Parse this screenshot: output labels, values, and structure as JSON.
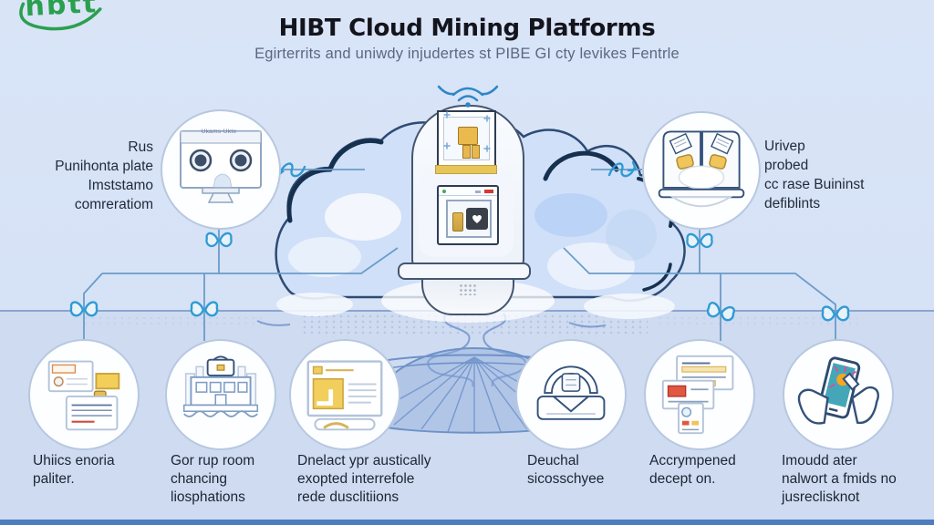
{
  "colors": {
    "background": "#d9e4f7",
    "accent_blue": "#2f9bd4",
    "connector": "#6b9cc9",
    "dark_navy": "#16304f",
    "gold": "#e9b94d",
    "logo_green": "#2aa04e",
    "footer_strip": "#4d7dc0"
  },
  "logo": {
    "text": "hbtt"
  },
  "header": {
    "title": "HIBT Cloud Mining Platforms",
    "subtitle": "Egirterrits and uniwdy injudertes st PIBE GI cty levikes Fentrle"
  },
  "left_node": {
    "lines": [
      "Rus",
      "Punihonta plate",
      "Imststamo",
      "comreratiom"
    ],
    "screen_label": "Ukams-Ukte"
  },
  "right_node": {
    "lines": [
      "Urivep",
      "probed",
      "cc rase Buininst",
      "defiblints"
    ]
  },
  "bottom_items": [
    {
      "icon": "documents-stack-icon",
      "lines": [
        "Uhiics enoria",
        "paliter."
      ]
    },
    {
      "icon": "bank-building-icon",
      "lines": [
        "Gor rup room",
        "chancing",
        "liosphations"
      ]
    },
    {
      "icon": "dashboard-window-icon",
      "lines": [
        "Dnelact ypr austically",
        "exopted interrefole",
        "rede dusclitiions"
      ]
    },
    {
      "icon": "scanner-machine-icon",
      "lines": [
        "Deuchal",
        "sicosschyee"
      ]
    },
    {
      "icon": "report-documents-icon",
      "lines": [
        "Accrympened",
        "decept on."
      ]
    },
    {
      "icon": "hands-phone-icon",
      "lines": [
        "Imoudd ater",
        "nalwort a fmids no",
        "jusreclisknot"
      ]
    }
  ]
}
